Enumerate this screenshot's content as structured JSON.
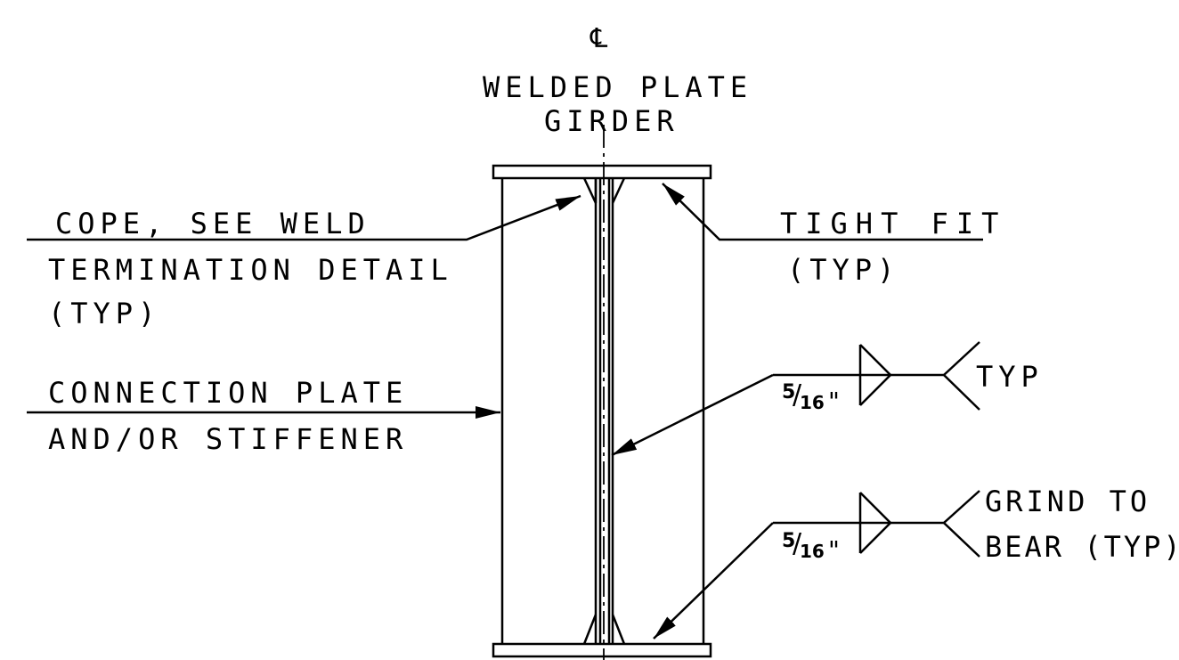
{
  "centerline": {
    "symbol": "℄",
    "title_line1": "WELDED PLATE",
    "title_line2": "GIRDER"
  },
  "callouts": {
    "cope": [
      "COPE, SEE WELD",
      "TERMINATION DETAIL",
      "(TYP)"
    ],
    "tight_fit": [
      "TIGHT FIT",
      "(TYP)"
    ],
    "connection_plate": [
      "CONNECTION PLATE",
      "AND/OR STIFFENER"
    ]
  },
  "welds": [
    {
      "size_num": "5",
      "size_den": "16",
      "unit": "\"",
      "tail_text": "TYP"
    },
    {
      "size_num": "5",
      "size_den": "16",
      "unit": "\"",
      "tail_text_line1": "GRIND TO",
      "tail_text_line2": "BEAR (TYP)"
    }
  ],
  "colors": {
    "line": "#000000",
    "background": "#ffffff"
  }
}
